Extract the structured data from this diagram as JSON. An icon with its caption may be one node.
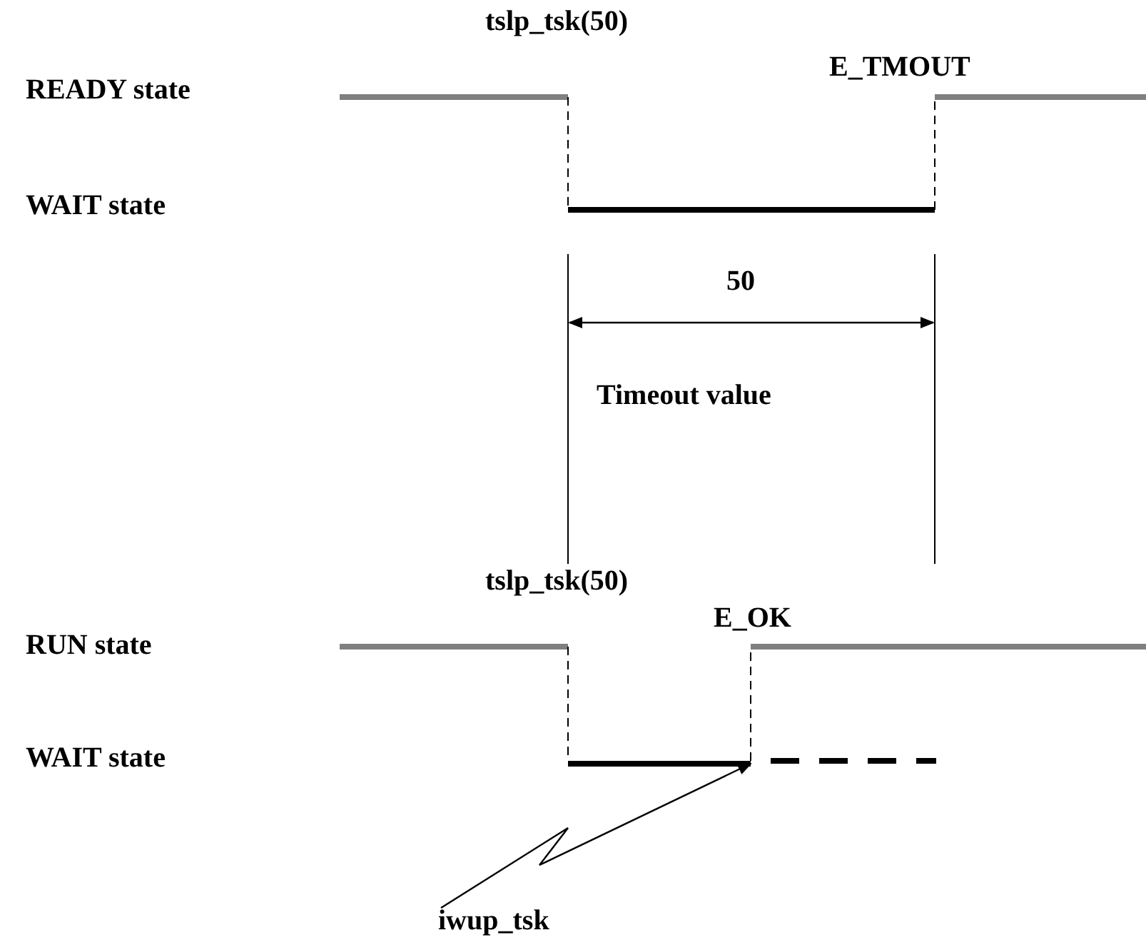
{
  "diagram": {
    "nodes": [
      {
        "text": [
          "iwup_tsk"
        ]
      },
      {
        "text": [],
        "shape": "bar"
      }
    ],
    "edges": [
      {
        "from": 0,
        "to": 1,
        "arrow": "to"
      }
    ],
    "labels": [
      "tslp_tsk(50)",
      "READY state",
      "E_TMOUT",
      "WAIT state",
      "50",
      "Timeout value",
      "tslp_tsk(50)",
      "RUN state",
      "E_OK",
      "WAIT state"
    ]
  }
}
